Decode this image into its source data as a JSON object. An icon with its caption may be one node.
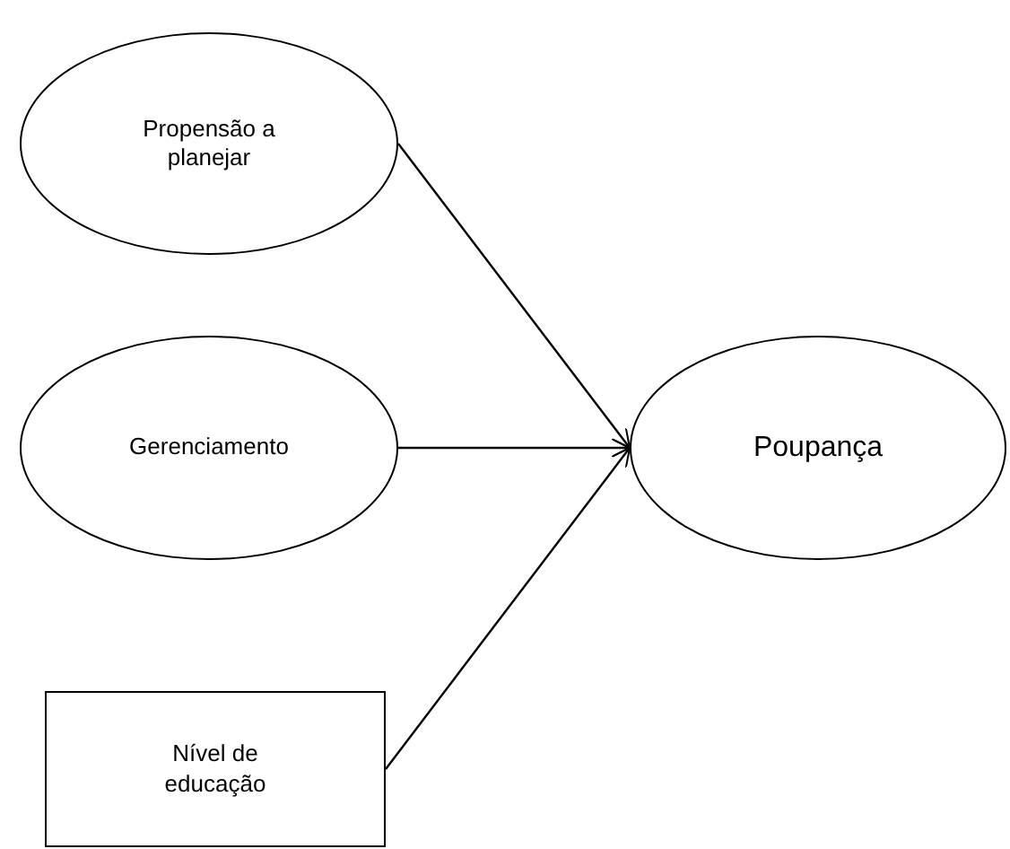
{
  "diagram": {
    "nodes": [
      {
        "text": [
          "Propensão a planejar"
        ]
      },
      {
        "text": [
          "Gerenciamento"
        ]
      },
      {
        "text": [
          "Poupança"
        ]
      },
      {
        "text": [
          "Nível de educação"
        ]
      }
    ],
    "edges": [
      {
        "from": 0,
        "to": 2,
        "arrow": "to"
      },
      {
        "from": 1,
        "to": 2,
        "arrow": "to"
      },
      {
        "from": 3,
        "to": 2,
        "arrow": "to"
      }
    ]
  }
}
